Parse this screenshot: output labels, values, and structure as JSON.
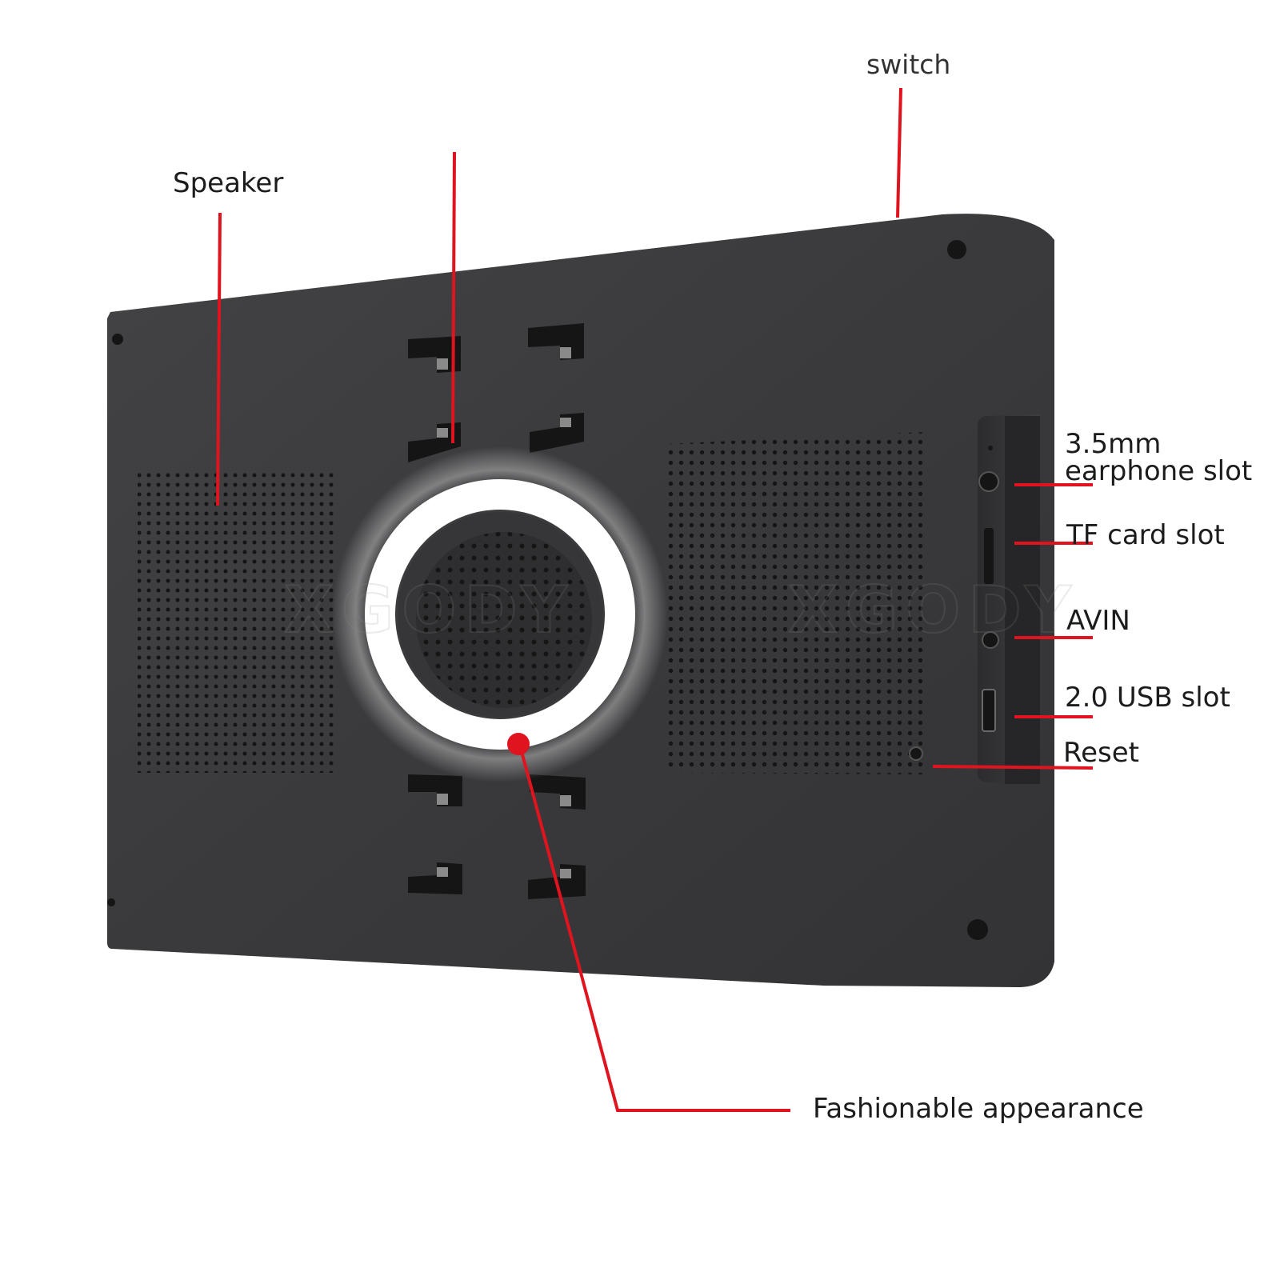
{
  "labels": {
    "switch": "switch",
    "speaker": "Speaker",
    "earphone_line1": "3.5mm",
    "earphone_line2": "earphone slot",
    "tf_card": "TF card slot",
    "avin": "AVIN",
    "usb": "2.0 USB slot",
    "reset": "Reset",
    "fashion": "Fashionable appearance"
  },
  "watermark": {
    "text": "XGODY"
  },
  "colors": {
    "body": "#3a3a3c",
    "body_edge": "#2a2a2c",
    "ring": "#ffffff",
    "callout": "#e0141e",
    "text": "#1c1c1c"
  }
}
